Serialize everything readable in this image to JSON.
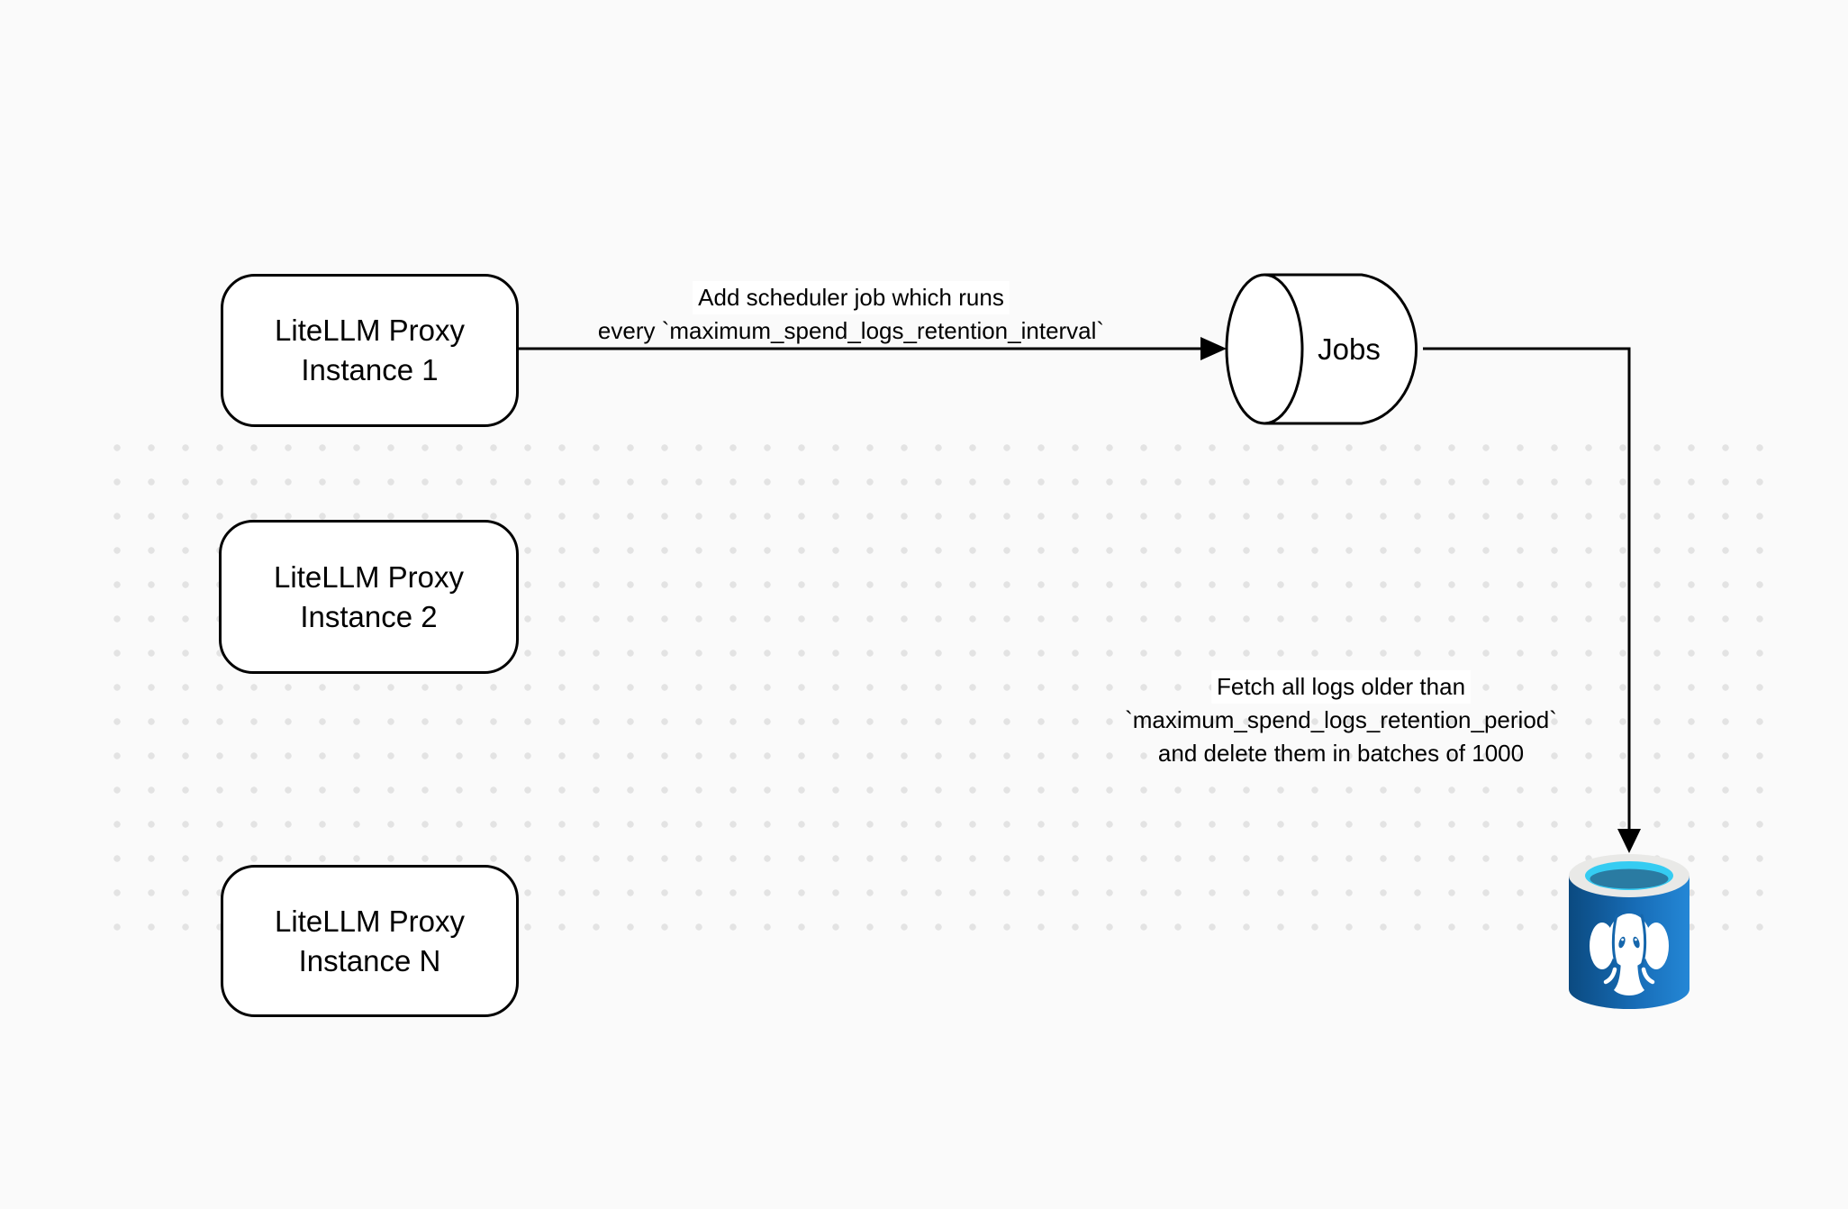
{
  "diagram": {
    "nodes": {
      "proxy_instances": [
        {
          "line1": "LiteLLM Proxy",
          "line2": "Instance 1"
        },
        {
          "line1": "LiteLLM Proxy",
          "line2": "Instance 2"
        },
        {
          "line1": "LiteLLM Proxy",
          "line2": "Instance N"
        }
      ],
      "jobs_queue": {
        "label": "Jobs"
      },
      "database": {
        "kind": "postgresql-database"
      }
    },
    "edges": {
      "scheduler": {
        "lines": [
          "Add scheduler job which runs",
          "every `maximum_spend_logs_retention_interval`"
        ]
      },
      "cleanup": {
        "lines": [
          "Fetch all logs older than",
          "`maximum_spend_logs_retention_period`",
          "and delete them in batches of 1000"
        ]
      }
    },
    "colors": {
      "background": "#fafafa",
      "grid_dot": "#e3e3e3",
      "stroke": "#000000",
      "node_fill": "#ffffff",
      "text": "#000000",
      "db_body_blue": "#1668b0",
      "db_rim": "#e9e9e7",
      "db_opening_cyan": "#35ccf2",
      "db_liquid": "#2a7ba2",
      "db_elephant": "#ffffff"
    }
  }
}
